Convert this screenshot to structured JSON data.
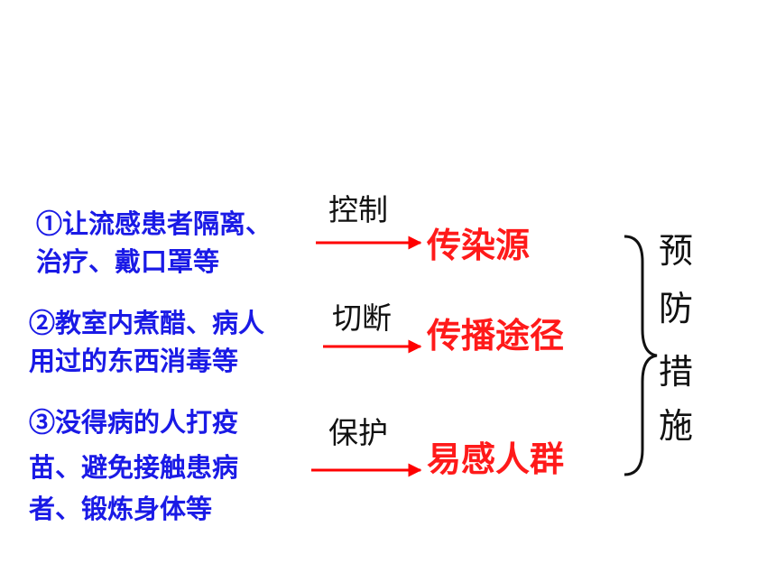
{
  "measures": [
    {
      "lines": [
        "①让流感患者隔离、",
        "治疗、戴口罩等"
      ],
      "action": "控制",
      "target": "传染源"
    },
    {
      "lines": [
        "②教室内煮醋、病人",
        "用过的东西消毒等"
      ],
      "action": "切断",
      "target": "传播途径"
    },
    {
      "lines": [
        "③没得病的人打疫",
        "苗、避免接触患病",
        "者、锻炼身体等"
      ],
      "action": "保护",
      "target": "易感人群"
    }
  ],
  "summary": [
    "预",
    "防",
    "措",
    "施"
  ],
  "colors": {
    "measure_text": "#1a1ae6",
    "target_text": "#ff1a1a",
    "arrow": "#ff0000",
    "action_text": "#111111"
  }
}
